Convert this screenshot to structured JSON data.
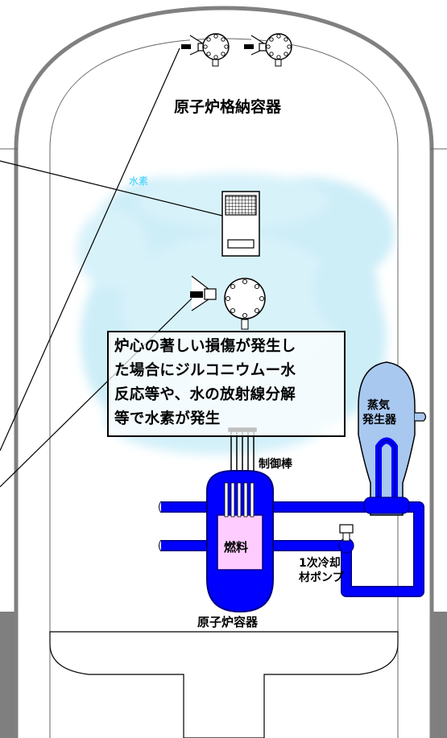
{
  "labels": {
    "containment_vessel": "原子炉格納容器",
    "hydrogen": "水素",
    "control_rod": "制御棒",
    "steam_generator": [
      "蒸気",
      "発生器"
    ],
    "fuel": "燃料",
    "primary_pump": [
      "1次冷却",
      "材ポンプ"
    ],
    "reactor_vessel": "原子炉容器"
  },
  "note": {
    "lines": [
      "炉心の著しい損傷が発生し",
      "た場合にジルコニウムー水",
      "反応等や、水の放射線分解",
      "等で水素が発生"
    ]
  },
  "colors": {
    "coolant": "#0000ff",
    "coolant_dark": "#000080",
    "fuel_fill": "#ffccff",
    "hydrogen_text": "#33ccff",
    "hydrogen_cloud": "#bfe9f5",
    "steam_generator": "#a8c8f0",
    "ground": "#7f7f7f",
    "vessel_outline": "#808080"
  }
}
